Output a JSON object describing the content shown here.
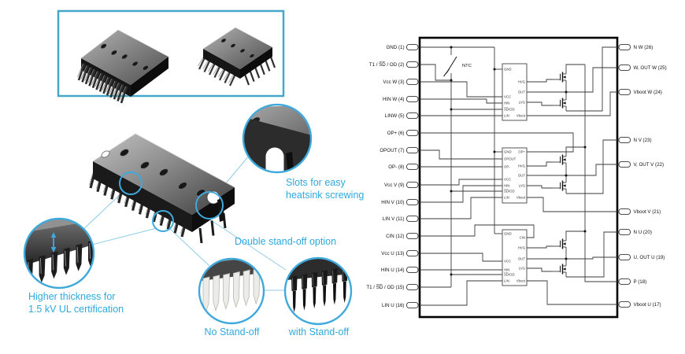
{
  "colors": {
    "accent_text": "#2FA9DD",
    "gallery_border": "#47A7C8",
    "callout_circle": "#3FA9DC",
    "callout_line": "#8FCBE6",
    "wire": "#3a3a3a"
  },
  "callouts": {
    "slots_line1": "Slots for easy",
    "slots_line2": "heatsink screwing",
    "double_standoff": "Double stand-off option",
    "no_standoff": "No Stand-off",
    "with_standoff": "with Stand-off",
    "thickness_line1": "Higher thickness for",
    "thickness_line2": "1.5 kV UL certification"
  },
  "schematic": {
    "ntc": "NTC",
    "left_pins": [
      "GND (1)",
      "T1 / S̅D̅ / OD (2)",
      "Vcc W (3)",
      "HIN W (4)",
      "LINW (5)",
      "OP+ (6)",
      "OPOUT (7)",
      "OP- (8)",
      "Vcc V (9)",
      "HIN V (10)",
      "LIN V (11)",
      "CIN (12)",
      "Vcc U (13)",
      "HIN U (14)",
      "T1 / S̅D̅ / OD (15)",
      "LIN U (16)"
    ],
    "right_pins": [
      "N W (26)",
      "W, OUT W (25)",
      "Vboot W (24)",
      "N V (23)",
      "V, OUT V (22)",
      "Vboot V (21)",
      "N U (20)",
      "U, OUT U (19)",
      "P (18)",
      "Vboot U (17)"
    ],
    "blocks": [
      {
        "left": [
          "GND",
          "VCC",
          "HIN",
          "S̅D̅/OD",
          "LIN"
        ],
        "right": [
          "HVG",
          "OUT",
          "LVG",
          "Vboot"
        ]
      },
      {
        "left": [
          "GND",
          "OPOUT",
          "OP-",
          "VCC",
          "HIN",
          "S̅D̅/OD",
          "LIN"
        ],
        "right": [
          "OP+",
          "HVG",
          "OUT",
          "LVG",
          "Vboot"
        ]
      },
      {
        "left": [
          "GND",
          "VCC",
          "HIN",
          "S̅D̅/OD",
          "LIN"
        ],
        "right": [
          "CIN",
          "HVG",
          "OUT",
          "LVG",
          "Vboot"
        ]
      }
    ]
  }
}
